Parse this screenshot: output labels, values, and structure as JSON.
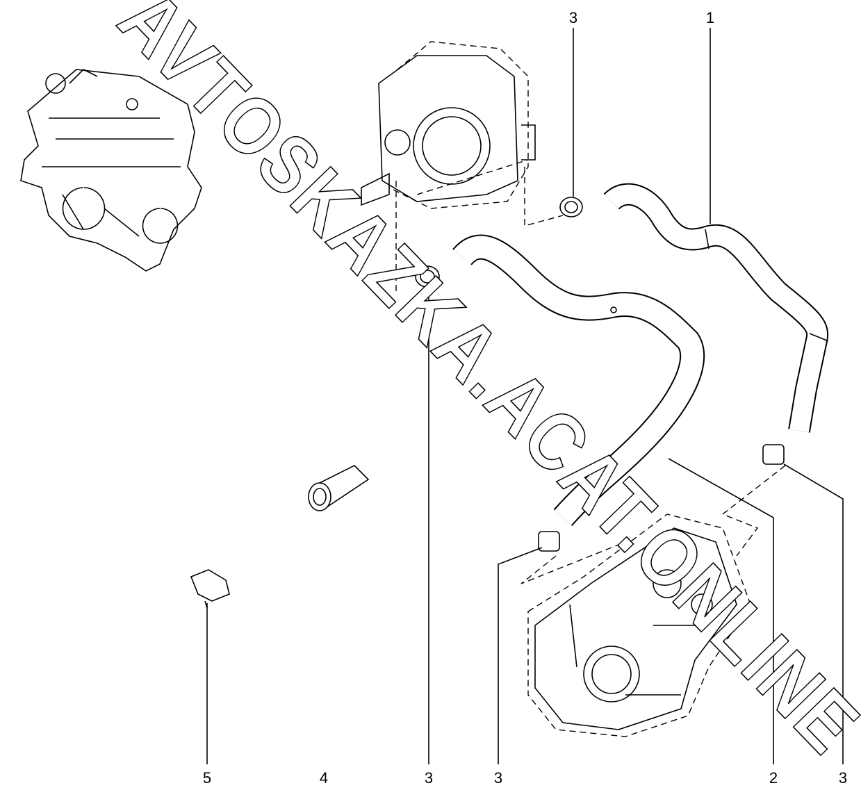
{
  "watermark": "AVTOSKAZKA.ACAT.ONLINE",
  "callouts": {
    "top_clamp": "3",
    "top_hose": "1",
    "bottom": [
      {
        "id": "bracket",
        "label": "5"
      },
      {
        "id": "connector",
        "label": "4"
      },
      {
        "id": "clamp-left",
        "label": "3"
      },
      {
        "id": "clamp-lower",
        "label": "3"
      },
      {
        "id": "hose-lower",
        "label": "2"
      },
      {
        "id": "clamp-right",
        "label": "3"
      }
    ]
  }
}
